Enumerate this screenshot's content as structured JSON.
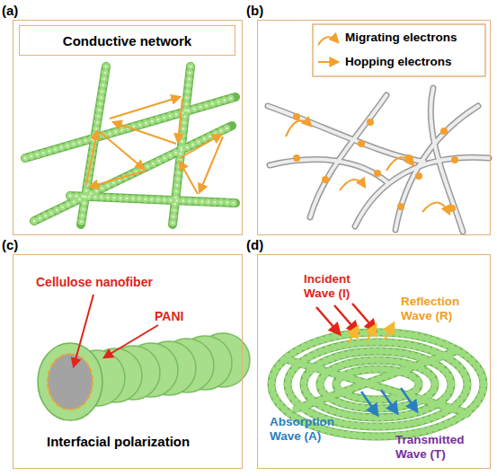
{
  "diagram": {
    "nodes": [
      {
        "text": [
          "(a)"
        ]
      },
      {
        "text": [
          "Conductive network"
        ],
        "in": 0
      },
      {
        "text": [
          "(b)"
        ]
      },
      {
        "text": [
          "(c)"
        ]
      },
      {
        "text": [
          "(d)"
        ]
      }
    ],
    "labels": [
      "Cellulose nanofiber",
      "PANI",
      "Interfacial polarization",
      "Incident Wave (I)",
      "Reflection Wave (R)",
      "Absorption Wave (A)",
      "Transmitted Wave (T)"
    ],
    "legend": [
      {
        "text": "Migrating electrons"
      },
      {
        "text": "Hopping electrons"
      }
    ]
  }
}
